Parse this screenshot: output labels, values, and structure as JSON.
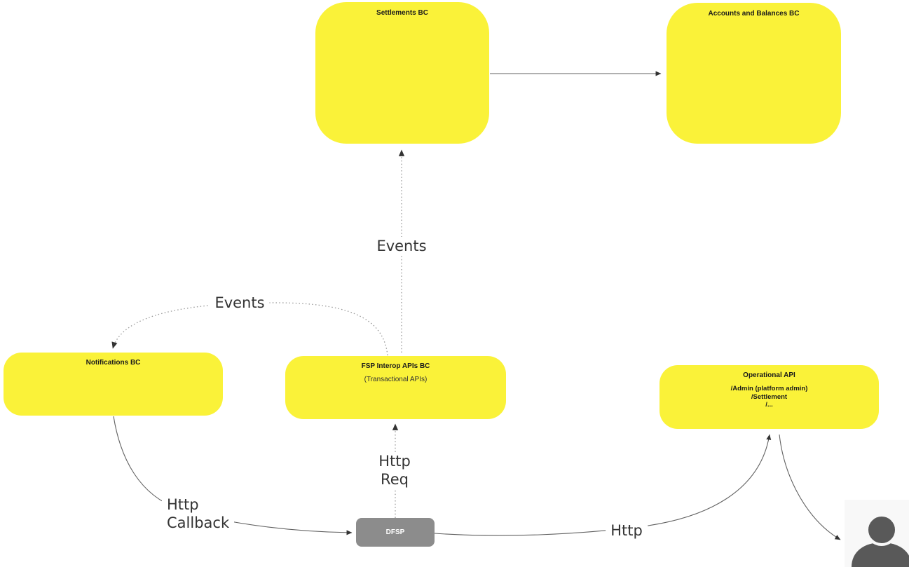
{
  "diagram": {
    "nodes": {
      "settlements": {
        "title": "Settlements BC"
      },
      "accounts_balances": {
        "title": "Accounts and Balances BC"
      },
      "notifications": {
        "title": "Notifications BC"
      },
      "fsp_interop": {
        "title": "FSP Interop APIs BC",
        "subtitle": "(Transactional APIs)"
      },
      "operational_api": {
        "title": "Operational API",
        "lines": [
          "/Admin (platform admin)",
          "/Settlement",
          "/..."
        ]
      },
      "dfsp": {
        "title": "DFSP"
      },
      "user": {
        "icon": "person-icon"
      }
    },
    "edge_labels": {
      "events_to_settlements": "Events",
      "events_to_notifications": "Events",
      "http_req": [
        "Http",
        "Req"
      ],
      "http_callback": [
        "Http",
        "Callback"
      ],
      "http_to_operational": "Http"
    },
    "colors": {
      "node_yellow": "#FAF239",
      "node_gray": "#8C8C8C",
      "node_text": "#1A1A1A",
      "dfsp_text": "#FFFFFF",
      "edge_solid": "#616161",
      "edge_dotted": "#999999",
      "edge_label_text": "#333333",
      "arrowhead": "#333333",
      "user_icon_fill": "#595959",
      "user_icon_bg": "#F8F8F8"
    }
  }
}
